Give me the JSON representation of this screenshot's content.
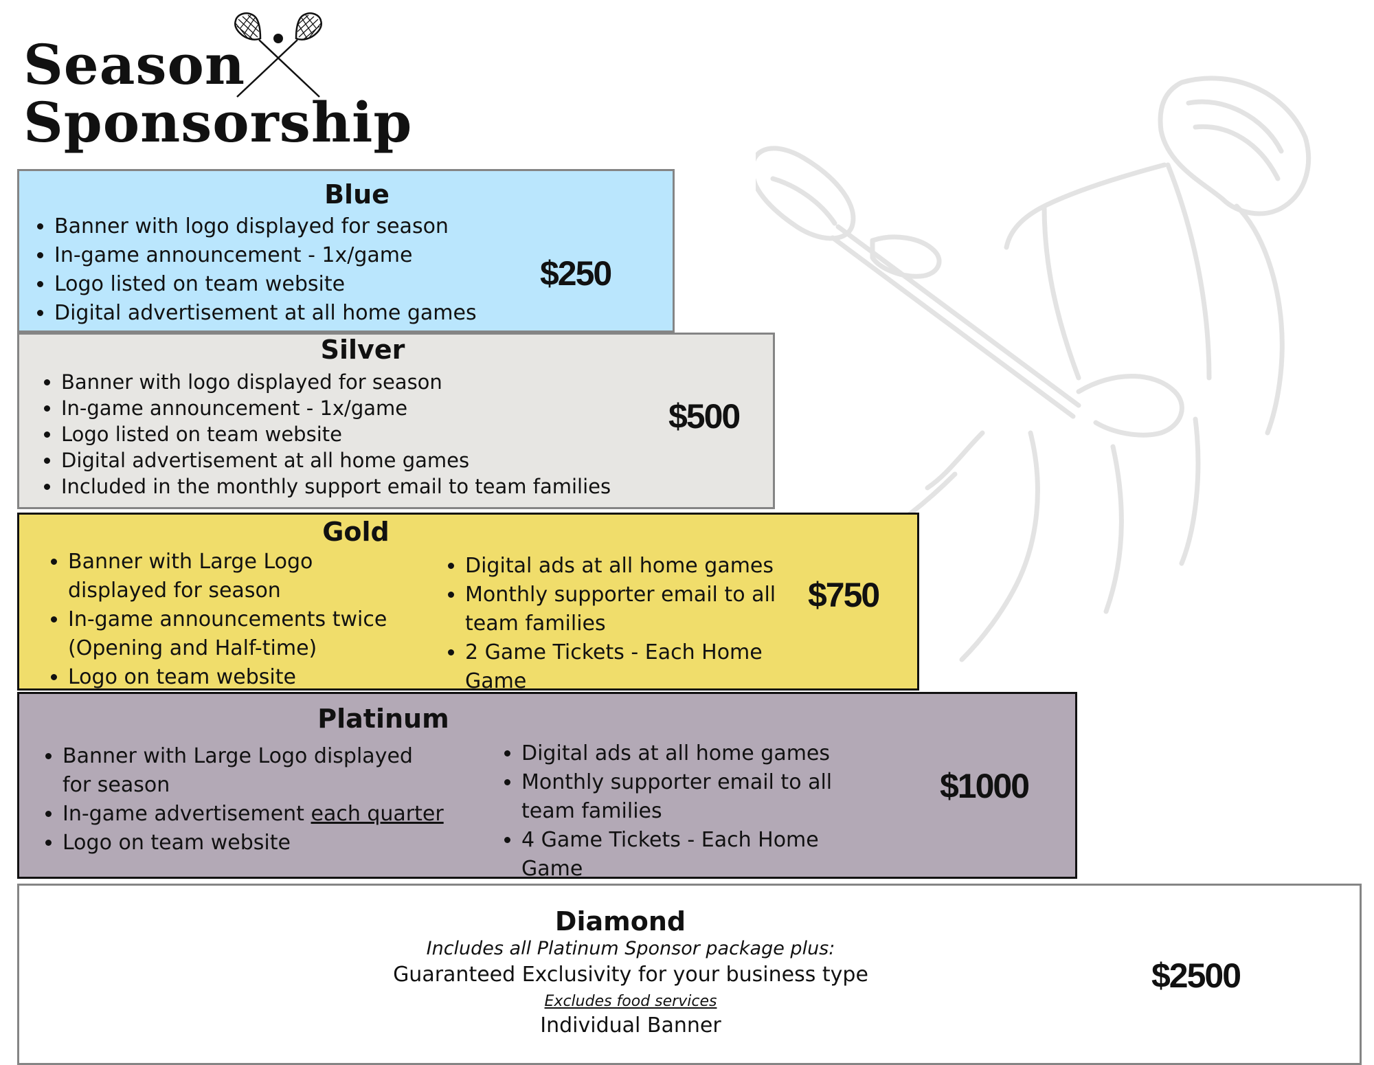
{
  "title": {
    "line1": "Season",
    "line2": "Sponsorship"
  },
  "colors": {
    "blue": "#bae6fd",
    "silver": "#e7e6e3",
    "gold": "#f0dd6b",
    "platinum": "#b3a9b6",
    "diamond": "#ffffff",
    "border_gray": "#858585",
    "border_dark": "#111111"
  },
  "tiers": {
    "blue": {
      "name": "Blue",
      "price": "$250",
      "items": [
        "Banner with logo displayed for season",
        "In-game announcement - 1x/game",
        "Logo listed on team website",
        "Digital advertisement at all home games"
      ]
    },
    "silver": {
      "name": "Silver",
      "price": "$500",
      "items": [
        "Banner with logo displayed for season",
        "In-game announcement - 1x/game",
        "Logo listed on team website",
        "Digital advertisement at all home games",
        "Included in the monthly support email to team families"
      ]
    },
    "gold": {
      "name": "Gold",
      "price": "$750",
      "left_items": [
        "Banner with Large Logo displayed for season",
        "In-game announcements twice (Opening and Half-time)",
        "Logo on team website"
      ],
      "right_items": [
        "Digital ads at all home games",
        "Monthly supporter email to all team families",
        "2 Game Tickets - Each Home Game"
      ]
    },
    "platinum": {
      "name": "Platinum",
      "price": "$1000",
      "left_items": [
        "Banner with Large Logo displayed for season",
        "In-game advertisement ",
        "each quarter",
        "Logo on team website"
      ],
      "right_items": [
        "Digital ads at all home games",
        "Monthly supporter email to all team families",
        "4 Game Tickets - Each Home Game"
      ]
    },
    "diamond": {
      "name": "Diamond",
      "price": "$2500",
      "includes": "Includes all Platinum Sponsor package plus:",
      "exclusivity": "Guaranteed Exclusivity for your business type",
      "excludes": "Excludes food services",
      "banner": "Individual Banner"
    }
  }
}
